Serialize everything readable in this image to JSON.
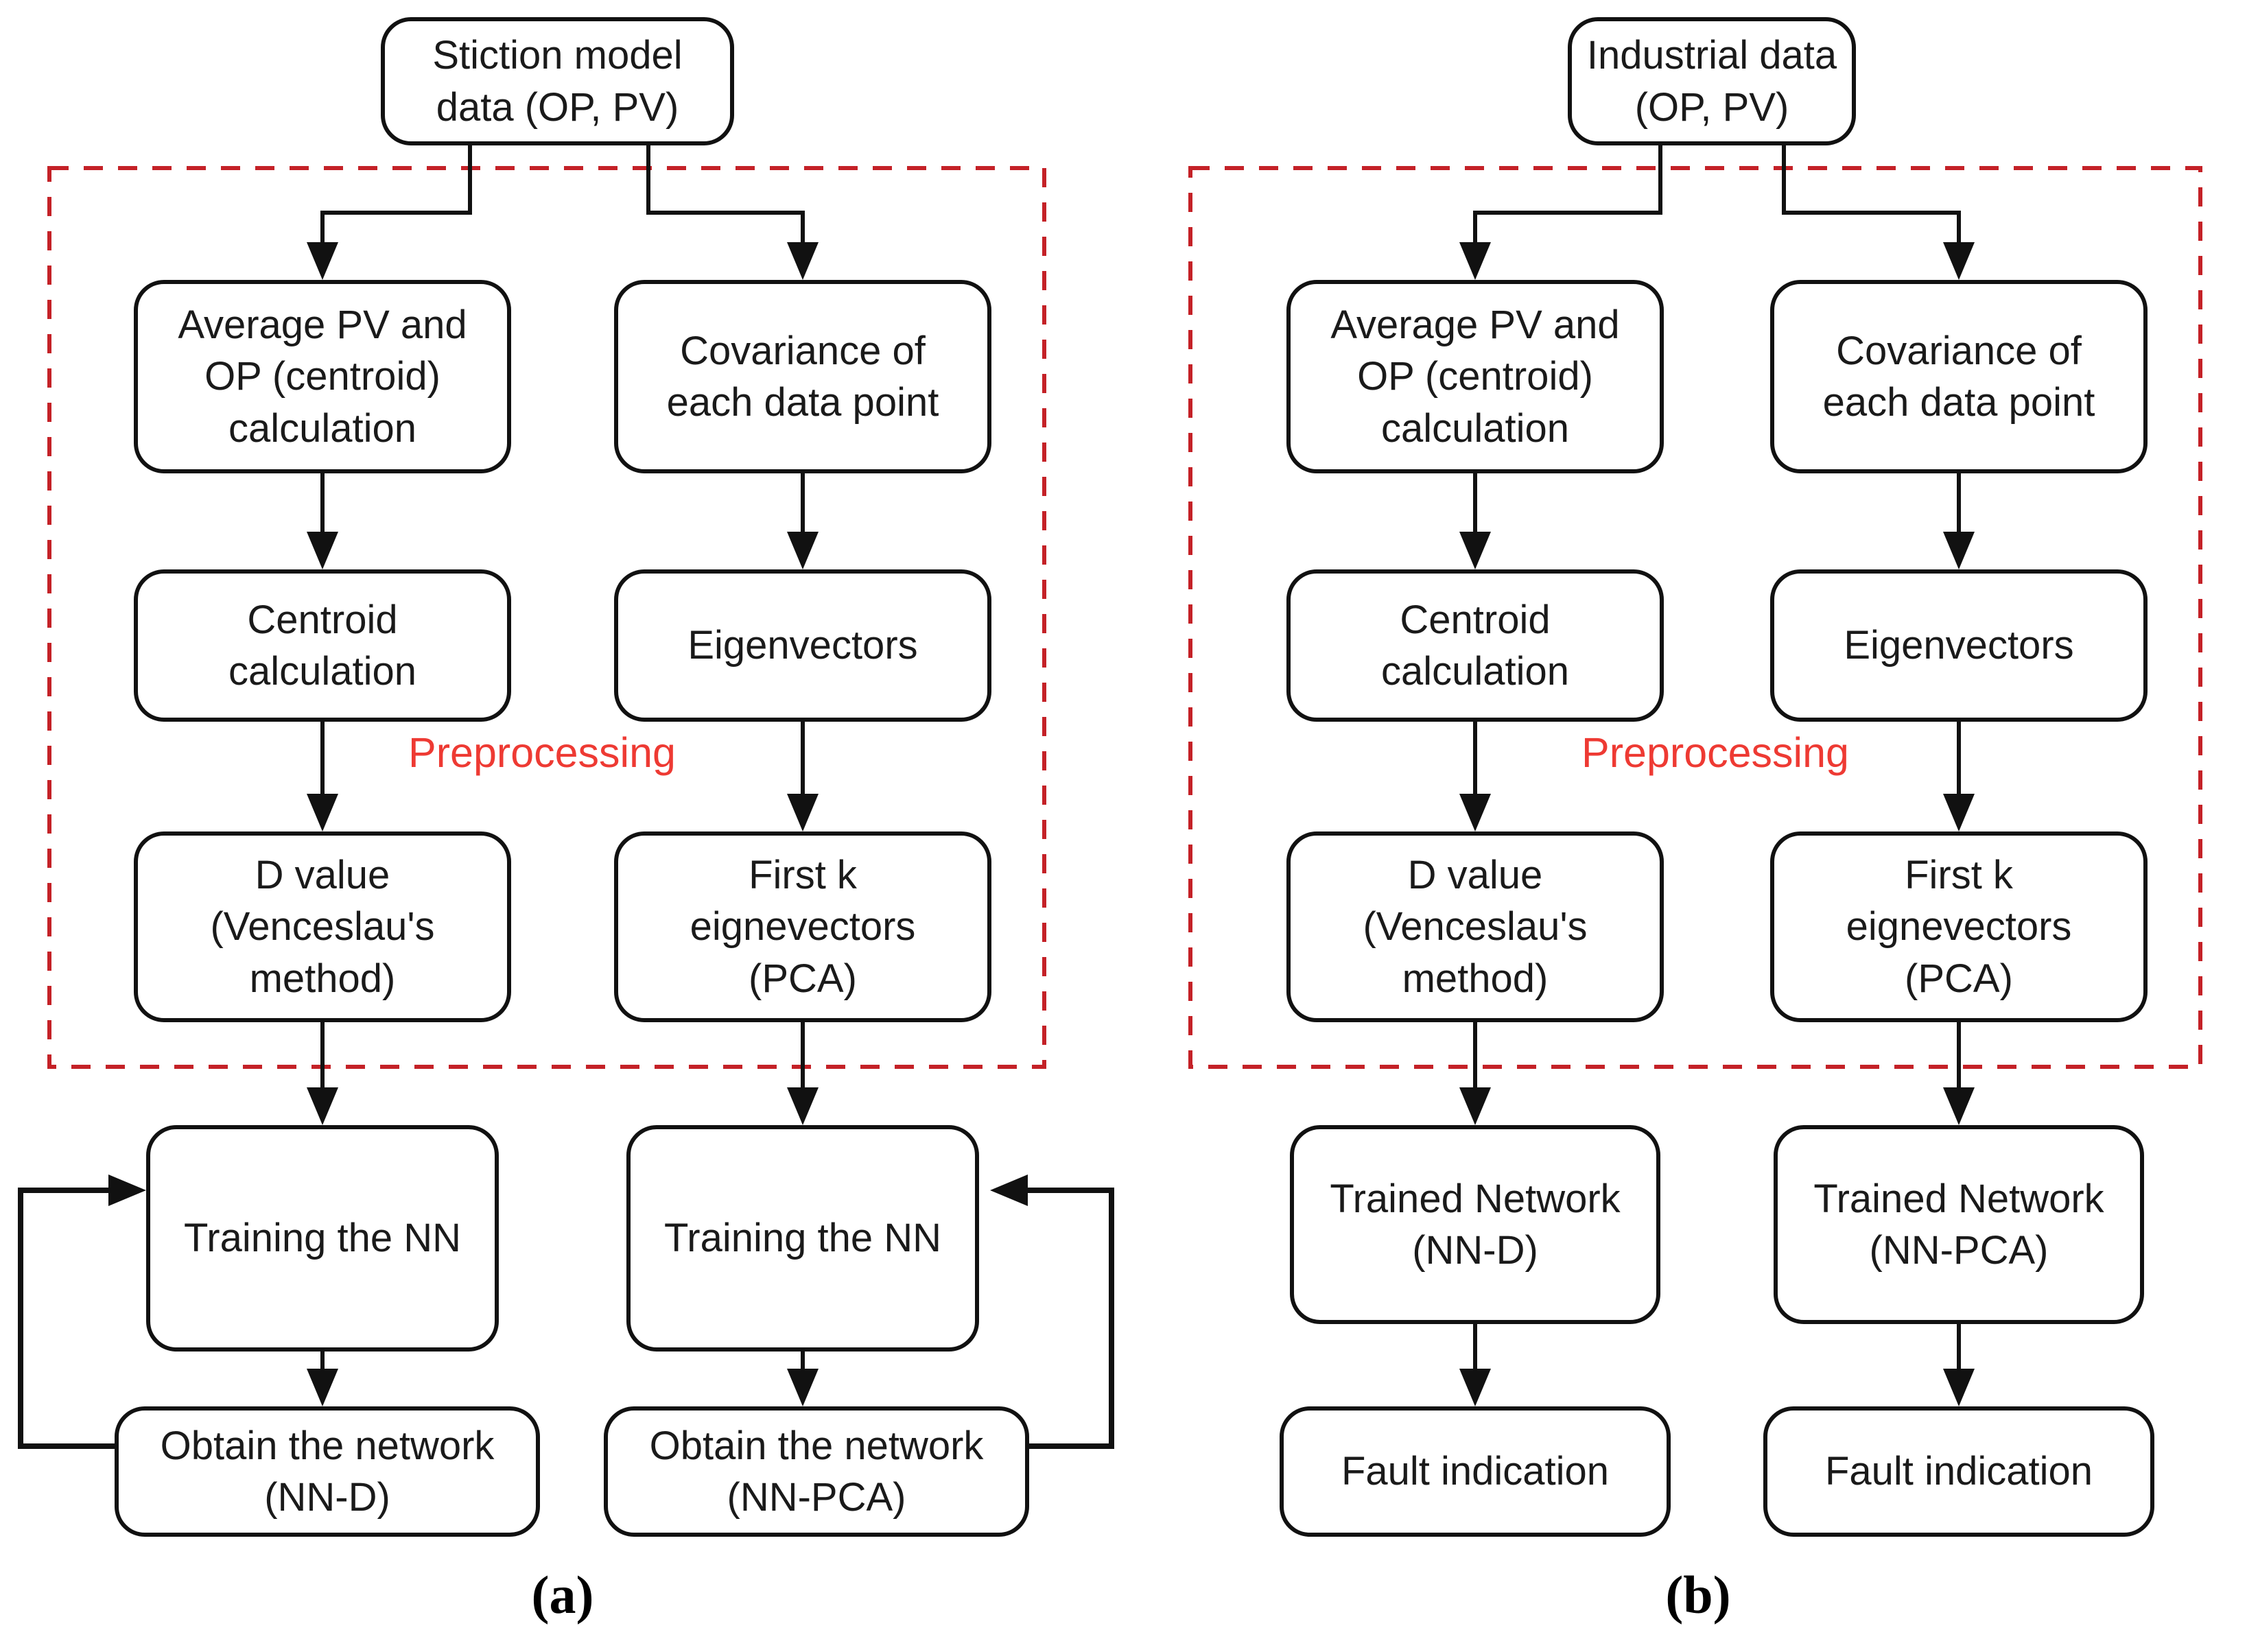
{
  "figure": {
    "type": "flowchart",
    "panels": 2
  },
  "colors": {
    "background": "#ffffff",
    "box_border": "#111111",
    "arrow_black": "#111111",
    "dashed_border_red": "#c42127",
    "preprocessing_red": "#ee3a33",
    "text_color": "#1a1a1a"
  },
  "panel_a": {
    "caption": "(a)",
    "preprocessing_label": "Preprocessing",
    "source": "Stiction model\ndata (OP, PV)",
    "left_branch": [
      "Average PV and\nOP (centroid)\ncalculation",
      "Centroid\ncalculation",
      "D value\n(Venceslau's\nmethod)",
      "Training the NN",
      "Obtain the network\n(NN-D)"
    ],
    "right_branch": [
      "Covariance of\neach data point",
      "Eigenvectors",
      "First k\neignevectors\n(PCA)",
      "Training the NN",
      "Obtain the network\n(NN-PCA)"
    ]
  },
  "panel_b": {
    "caption": "(b)",
    "preprocessing_label": "Preprocessing",
    "source": "Industrial data\n(OP, PV)",
    "left_branch": [
      "Average PV and\nOP (centroid)\ncalculation",
      "Centroid\ncalculation",
      "D value\n(Venceslau's\nmethod)",
      "Trained Network\n(NN-D)",
      "Fault indication"
    ],
    "right_branch": [
      "Covariance of\neach data point",
      "Eigenvectors",
      "First k\neignevectors\n(PCA)",
      "Trained Network\n(NN-PCA)",
      "Fault indication"
    ]
  }
}
